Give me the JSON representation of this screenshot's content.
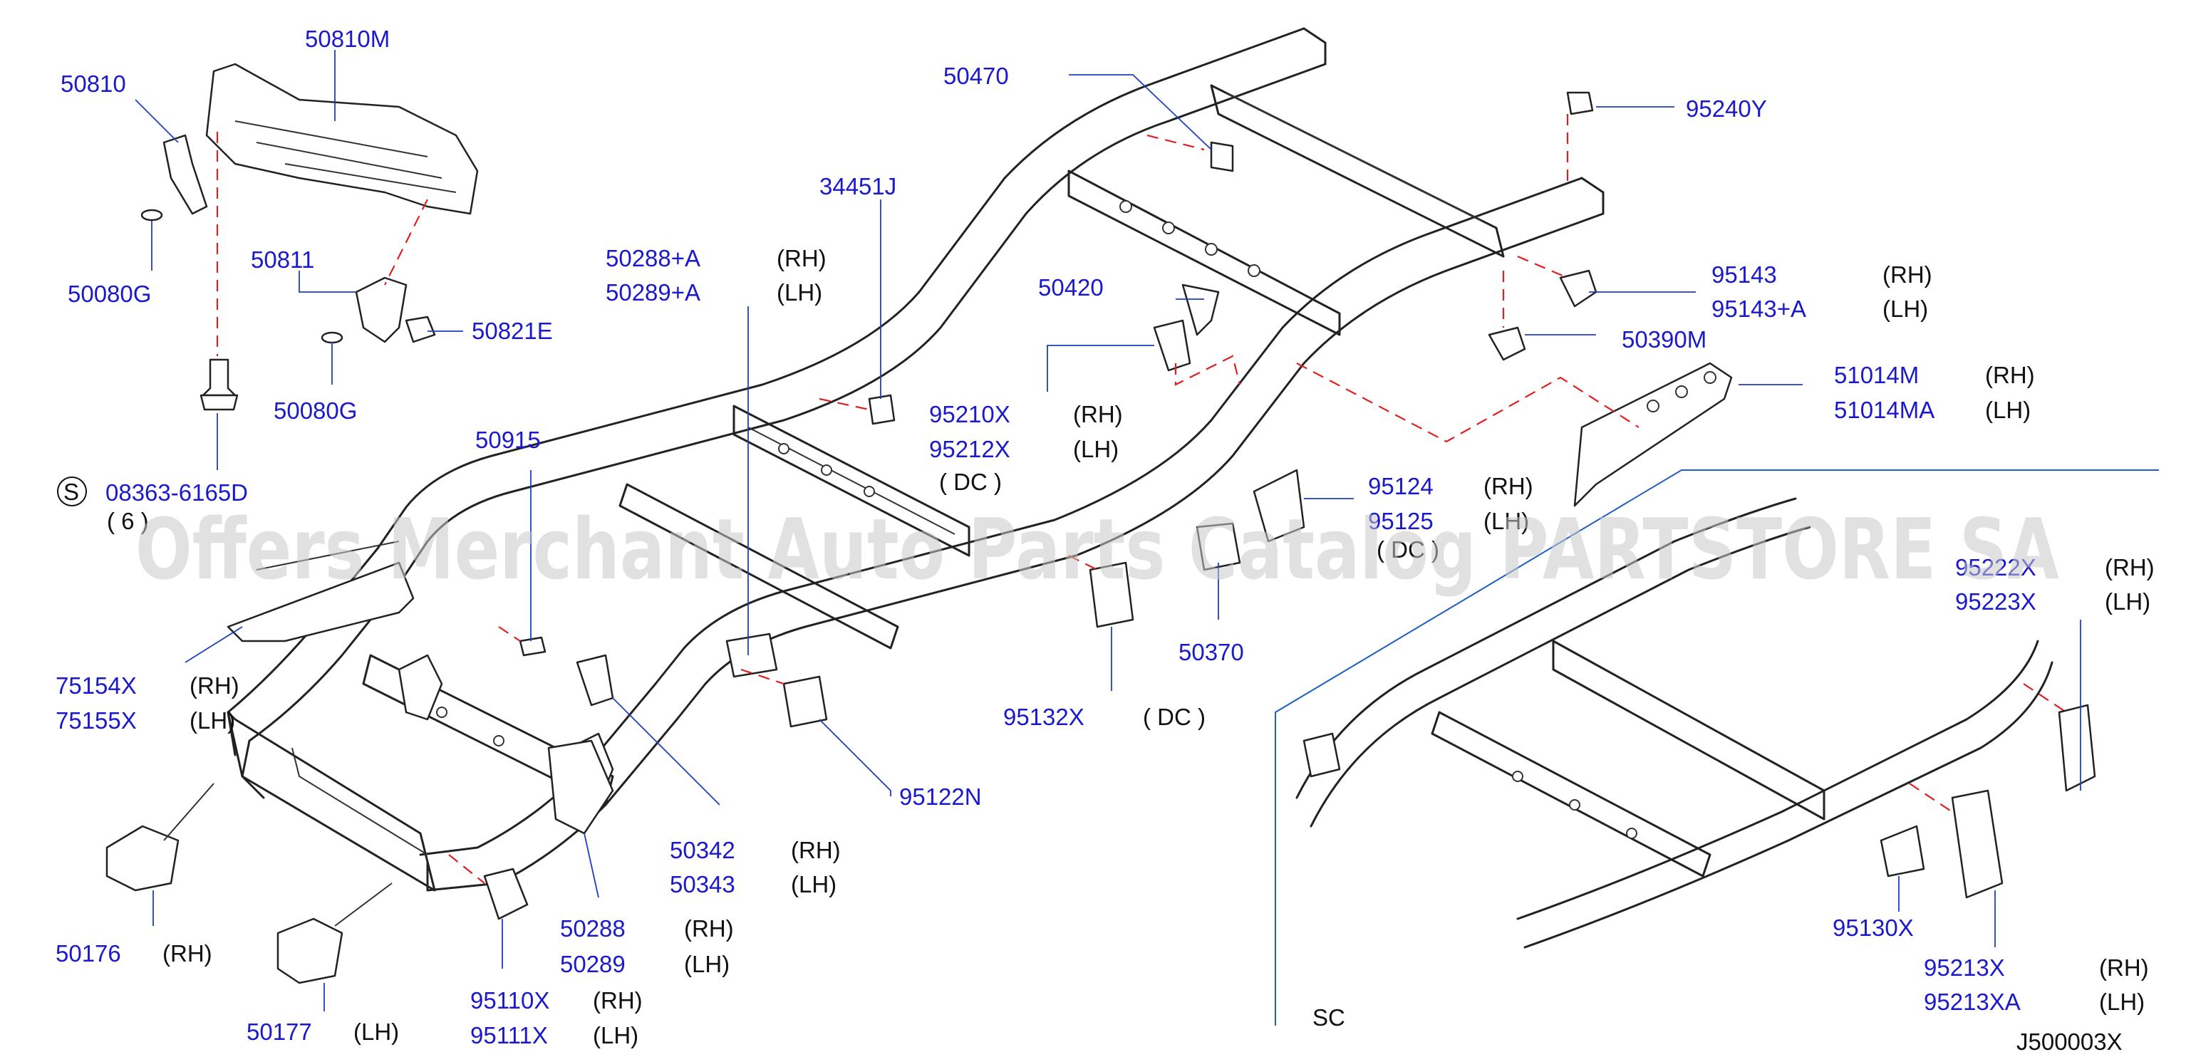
{
  "watermark": "Offers Merchant Auto Parts Catalog PARTSTORE SA",
  "diagram_code": "J500003X",
  "inset_label": "SC",
  "screw_symbol": "S",
  "labels": {
    "p50810M": "50810M",
    "p50810": "50810",
    "p50080G_a": "50080G",
    "p50811": "50811",
    "p50821E": "50821E",
    "p50080G_b": "50080G",
    "p08363": "08363-6165D",
    "q08363": "( 6 )",
    "p50470": "50470",
    "p34451J": "34451J",
    "p50288A": "50288+A",
    "s50288A": "(RH)",
    "p50289A": "50289+A",
    "s50289A": "(LH)",
    "p50915": "50915",
    "p50420": "50420",
    "p95210X": "95210X",
    "s95210X": "(RH)",
    "p95212X": "95212X",
    "s95212X": "(LH)",
    "dc1": "( DC )",
    "p95240Y": "95240Y",
    "p95143": "95143",
    "s95143": "(RH)",
    "p95143A": "95143+A",
    "s95143A": "(LH)",
    "p50390M": "50390M",
    "p51014M": "51014M",
    "s51014M": "(RH)",
    "p51014MA": "51014MA",
    "s51014MA": "(LH)",
    "p95124": "95124",
    "s95124": "(RH)",
    "p95125": "95125",
    "s95125": "(LH)",
    "dc2": "( DC )",
    "p50370": "50370",
    "p95132X": "95132X",
    "dc3": "( DC )",
    "p95122N": "95122N",
    "p75154X": "75154X",
    "s75154X": "(RH)",
    "p75155X": "75155X",
    "s75155X": "(LH)",
    "p50342": "50342",
    "s50342": "(RH)",
    "p50343": "50343",
    "s50343": "(LH)",
    "p50288": "50288",
    "s50288": "(RH)",
    "p50289": "50289",
    "s50289": "(LH)",
    "p50176": "50176",
    "s50176": "(RH)",
    "p50177": "50177",
    "s50177": "(LH)",
    "p95110X": "95110X",
    "s95110X": "(RH)",
    "p95111X": "95111X",
    "s95111X": "(LH)",
    "p95222X": "95222X",
    "s95222X": "(RH)",
    "p95223X": "95223X",
    "s95223X": "(LH)",
    "p95130X": "95130X",
    "p95213X": "95213X",
    "s95213X": "(RH)",
    "p95213XA": "95213XA",
    "s95213XA": "(LH)"
  }
}
